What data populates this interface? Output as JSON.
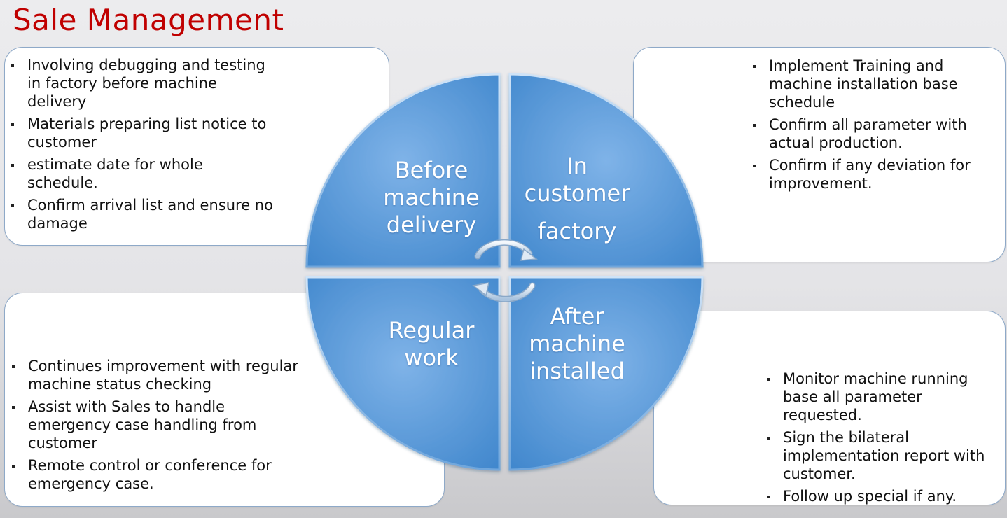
{
  "title": "Sale Management",
  "quadrants": {
    "top_left": "Before\nmachine\ndelivery",
    "top_right_1": "In\ncustomer",
    "top_right_2": "factory",
    "bottom_left": "Regular\nwork",
    "bottom_right": "After\nmachine\ninstalled"
  },
  "boxes": {
    "top_left": [
      "Involving debugging and testing in factory before machine delivery",
      "Materials preparing list notice to customer",
      "estimate date for whole schedule.",
      "Confirm arrival list and ensure no damage"
    ],
    "top_right": [
      "Implement Training and machine installation base schedule",
      "Confirm all parameter with actual production.",
      "Confirm if any deviation for improvement."
    ],
    "bottom_left": [
      "Continues improvement with regular machine status checking",
      "Assist with Sales to handle emergency case handling from customer",
      "Remote control or conference for emergency case."
    ],
    "bottom_right": [
      "Monitor machine running base all parameter requested.",
      "Sign the bilateral implementation report with customer.",
      "Follow up special if any."
    ]
  },
  "colors": {
    "title": "#c00000",
    "quadrant_light": "#7fb3e8",
    "quadrant_dark": "#3f86cc",
    "box_border": "#8ea9c8"
  },
  "icons": {
    "center": "cycle-arrows-icon"
  }
}
